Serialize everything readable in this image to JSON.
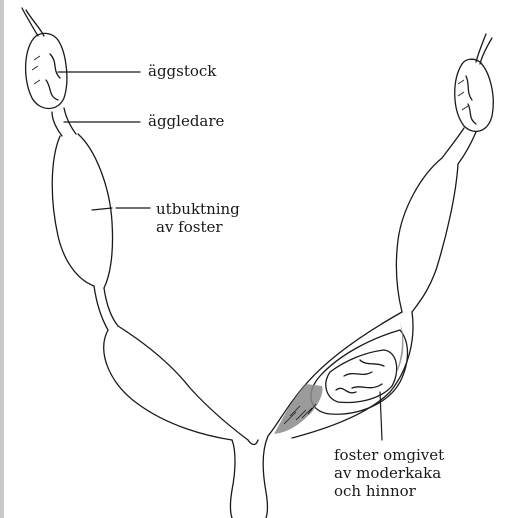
{
  "labels": {
    "aggstock": "äggstock",
    "aggledare": "äggledare",
    "utbuktning": {
      "line1": "utbuktning",
      "line2": "av foster"
    },
    "foster": {
      "line1": "foster omgivet",
      "line2": "av moderkaka",
      "line3": "och hinnor"
    }
  },
  "colors": {
    "ink": "#1a1a1a",
    "paper": "#ffffff",
    "page_edge": "#c9c9c9",
    "shading": "#8a8a8a"
  }
}
